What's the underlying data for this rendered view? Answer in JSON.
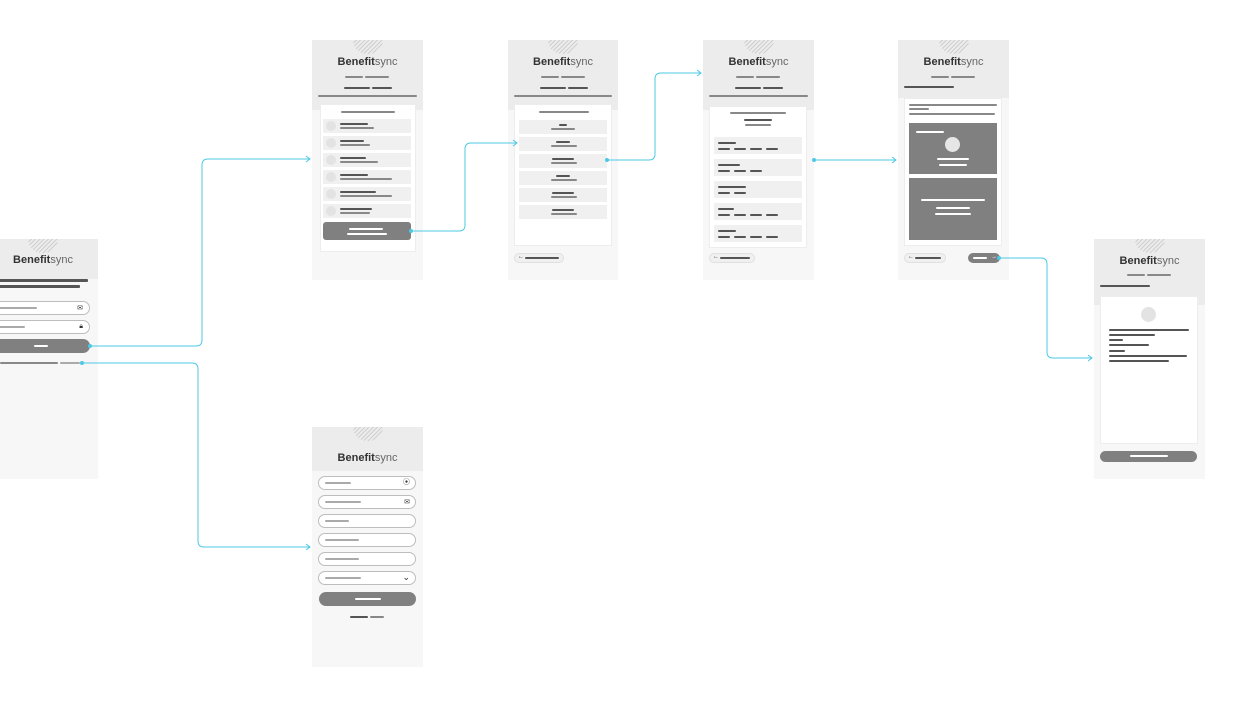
{
  "brand": {
    "name_bold": "Benefit",
    "name_light": "sync"
  },
  "connector_color": "#4cc9e6",
  "screens": [
    {
      "id": "login",
      "icons": [
        "mail-icon",
        "lock-icon"
      ]
    },
    {
      "id": "signup",
      "icons": [
        "location-pin-icon",
        "mail-icon",
        "chevron-down-icon"
      ]
    },
    {
      "id": "benefit-list"
    },
    {
      "id": "option-list"
    },
    {
      "id": "detail-list"
    },
    {
      "id": "selection"
    },
    {
      "id": "confirmation"
    }
  ],
  "flows": [
    {
      "from": "login",
      "to": "benefit-list"
    },
    {
      "from": "login",
      "to": "signup"
    },
    {
      "from": "benefit-list",
      "to": "option-list"
    },
    {
      "from": "option-list",
      "to": "detail-list"
    },
    {
      "from": "detail-list",
      "to": "selection"
    },
    {
      "from": "selection",
      "to": "confirmation"
    }
  ]
}
